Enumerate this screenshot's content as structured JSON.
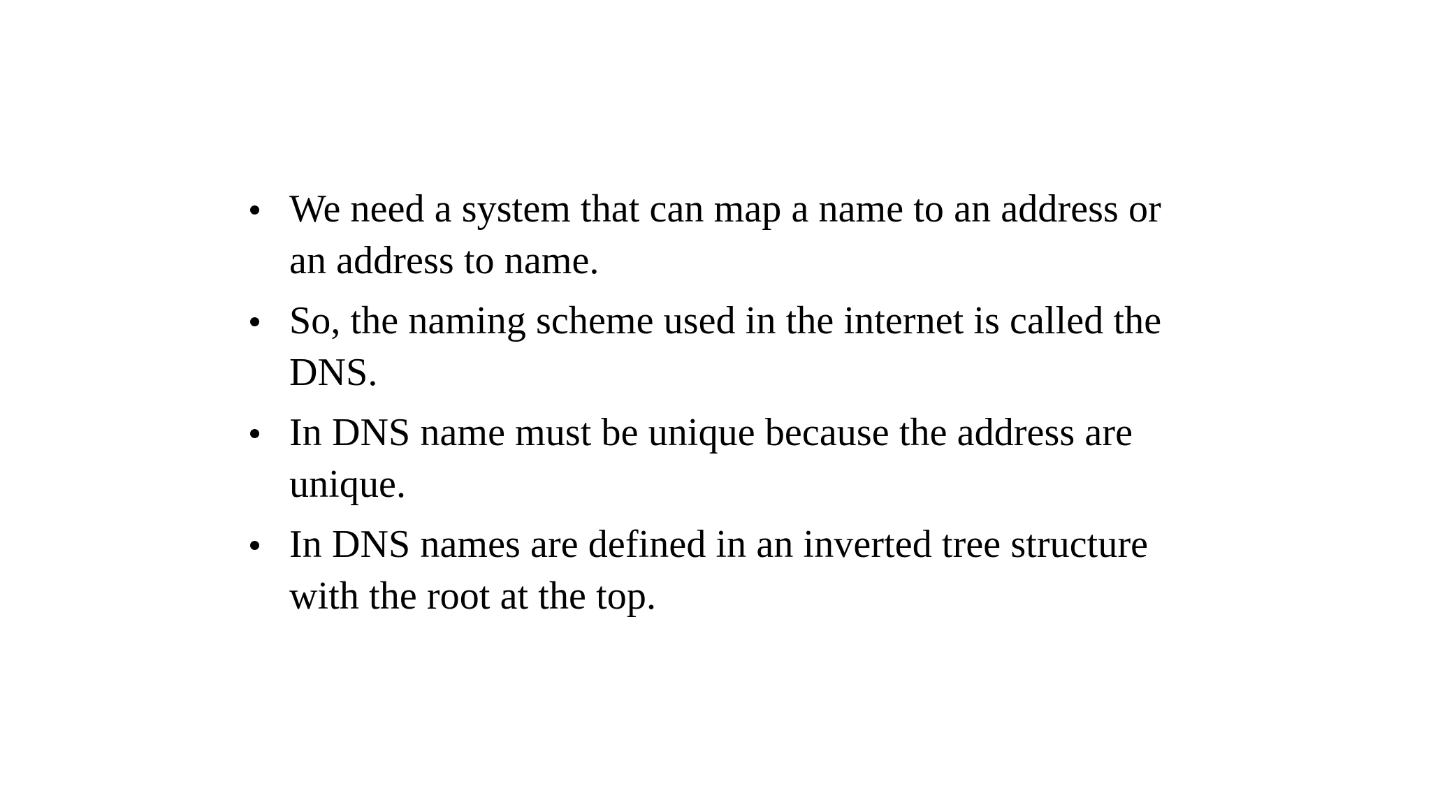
{
  "slide": {
    "background_color": "#ffffff",
    "text_color": "#000000",
    "bullet_glyph": "round-bullet",
    "bullets": [
      {
        "text": "We need a system that can map a name to an address or an address to name."
      },
      {
        "text": "So, the naming scheme used in the internet is called the DNS."
      },
      {
        "text": "In DNS name must be unique because the address are unique."
      },
      {
        "text": "In DNS names are defined in an inverted tree structure with the root at the top."
      }
    ]
  }
}
